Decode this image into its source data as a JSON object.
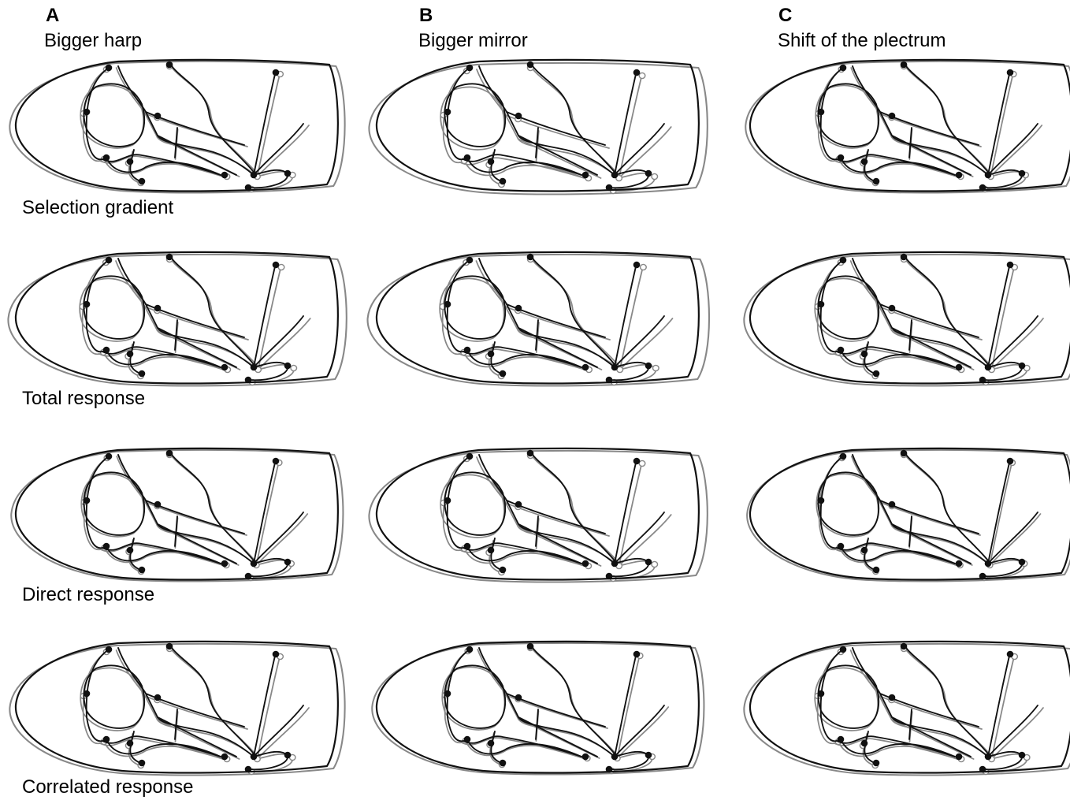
{
  "columns": [
    {
      "letter": "A",
      "title": "Bigger harp"
    },
    {
      "letter": "B",
      "title": "Bigger mirror"
    },
    {
      "letter": "C",
      "title": "Shift of the plectrum"
    }
  ],
  "rows": [
    {
      "label": "Selection gradient"
    },
    {
      "label": "Total response"
    },
    {
      "label": "Direct response"
    },
    {
      "label": "Correlated response"
    }
  ],
  "colors": {
    "reference_outline": "#888888",
    "deformed_outline": "#111111",
    "landmark": "#111111",
    "reference_landmark": "#888888"
  }
}
